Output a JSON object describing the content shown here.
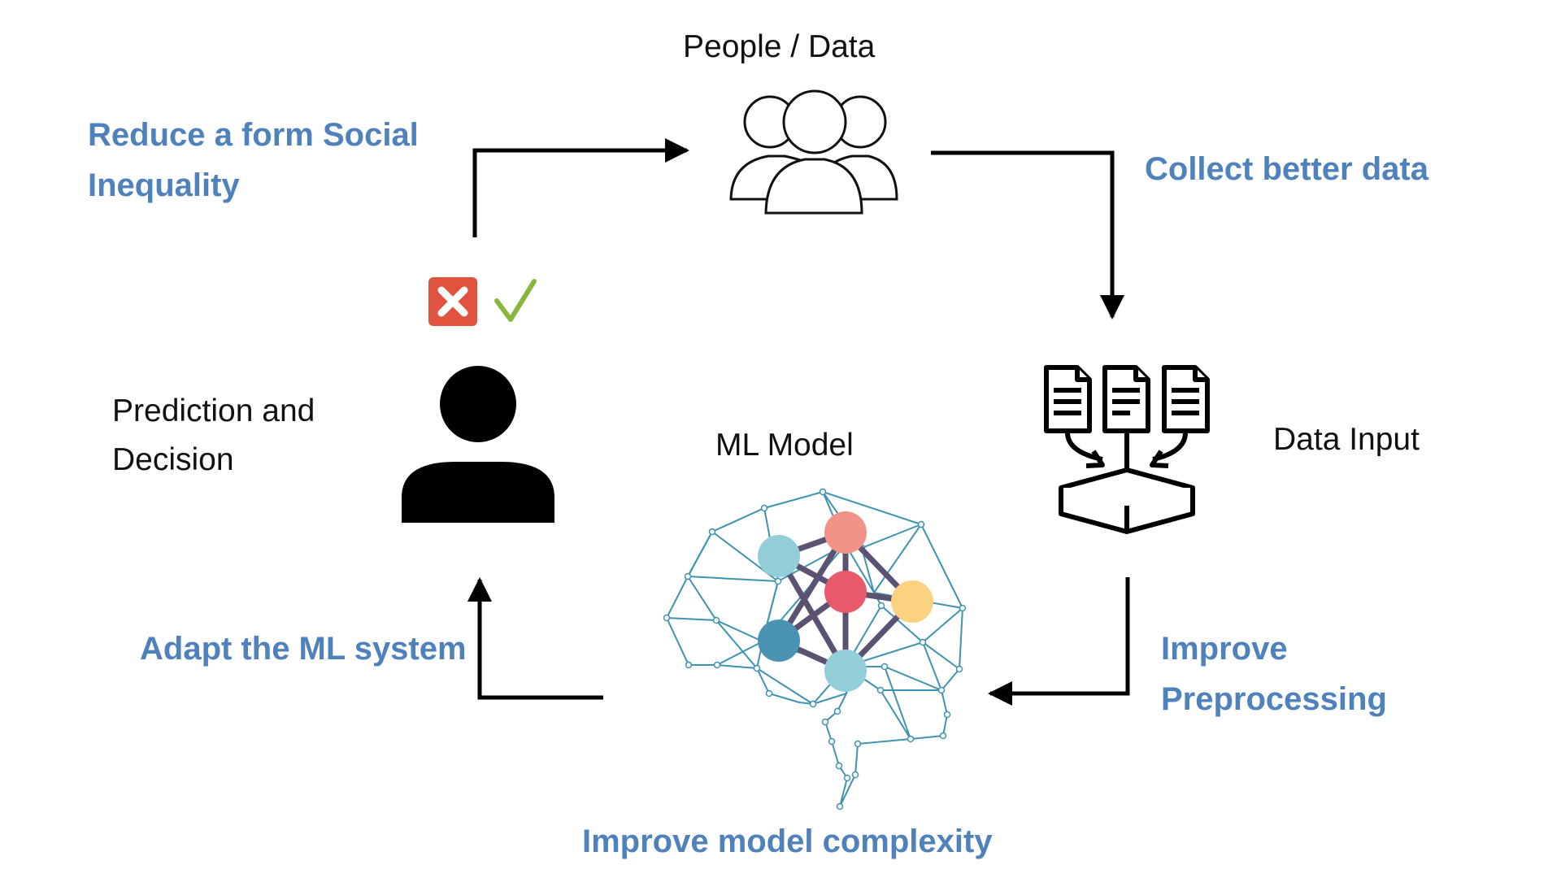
{
  "nodes": {
    "people_data": "People / Data",
    "data_input": "Data Input",
    "ml_model": "ML Model",
    "prediction_line1": "Prediction and",
    "prediction_line2": "Decision"
  },
  "actions": {
    "reduce_line1": "Reduce a form Social",
    "reduce_line2": "Inequality",
    "collect": "Collect better data",
    "improve_pre_line1": "Improve",
    "improve_pre_line2": "Preprocessing",
    "improve_model": "Improve model complexity",
    "adapt": "Adapt the ML system"
  },
  "icons": {
    "people": "people-group-icon",
    "documents": "documents-to-database-icon",
    "brain": "brain-network-icon",
    "person": "person-icon",
    "reject": "reject-x-icon",
    "accept": "accept-check-icon"
  },
  "colors": {
    "action_text": "#4f81bd",
    "reject": "#e0533f",
    "accept": "#8ab73b",
    "brain_mesh": "#3f93b0",
    "node_red": "#e8596b",
    "node_salmon": "#f19387",
    "node_teal_light": "#93cdd8",
    "node_teal_dark": "#4b93b3",
    "node_yellow": "#fbd27f",
    "node_edge": "#5b5170"
  }
}
